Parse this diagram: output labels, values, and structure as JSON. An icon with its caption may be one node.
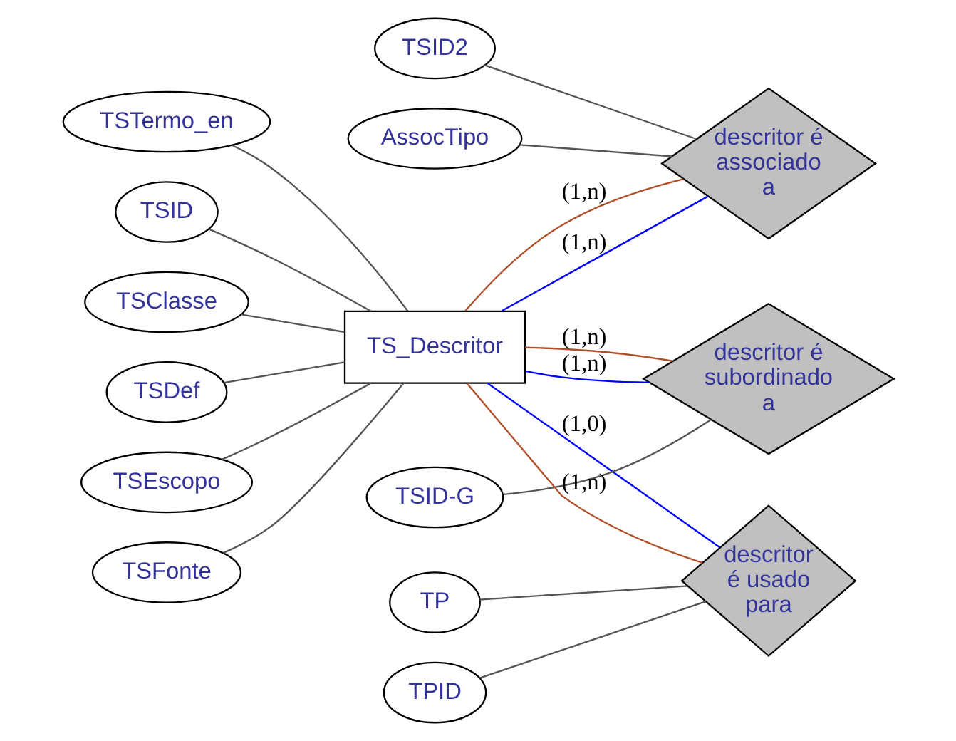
{
  "diagram": {
    "nodes": [
      {
        "text": [
          "TS_Descritor"
        ]
      },
      {
        "text": [
          "TSTermo_en"
        ]
      },
      {
        "text": [
          "TSID"
        ]
      },
      {
        "text": [
          "TSClasse"
        ]
      },
      {
        "text": [
          "TSDef"
        ]
      },
      {
        "text": [
          "TSEscopo"
        ]
      },
      {
        "text": [
          "TSFonte"
        ]
      },
      {
        "text": [
          "descritor é associado a"
        ]
      },
      {
        "text": [
          "AssocTipo"
        ]
      },
      {
        "text": [
          "TSID2"
        ]
      },
      {
        "text": [
          "descritor é subordinado a"
        ]
      },
      {
        "text": [
          "TSID-G"
        ]
      },
      {
        "text": [
          "descritor é usado para"
        ]
      },
      {
        "text": [
          "TPID"
        ]
      },
      {
        "text": [
          "TP"
        ]
      }
    ],
    "edges": [
      {
        "from": 1,
        "to": 0,
        "arrow": "none"
      },
      {
        "from": 2,
        "to": 0,
        "arrow": "none"
      },
      {
        "from": 3,
        "to": 0,
        "arrow": "none"
      },
      {
        "from": 4,
        "to": 0,
        "arrow": "none"
      },
      {
        "from": 5,
        "to": 0,
        "arrow": "none"
      },
      {
        "from": 6,
        "to": 0,
        "arrow": "none"
      },
      {
        "from": 8,
        "to": 7,
        "arrow": "none"
      },
      {
        "from": 9,
        "to": 7,
        "arrow": "none"
      },
      {
        "from": 0,
        "to": 7,
        "arrow": "none",
        "label": "(1,n)",
        "color": "#0000ff"
      },
      {
        "from": 7,
        "to": 0,
        "arrow": "none",
        "label": "(1,n)",
        "color": "#b0502a"
      },
      {
        "from": 11,
        "to": 10,
        "arrow": "none"
      },
      {
        "from": 0,
        "to": 10,
        "arrow": "none",
        "label": "(1,n)",
        "color": "#0000ff"
      },
      {
        "from": 10,
        "to": 0,
        "arrow": "none",
        "label": "(1,n)",
        "color": "#b0502a"
      },
      {
        "from": 0,
        "to": 12,
        "arrow": "none",
        "label": "(1,0)",
        "color": "#0000ff"
      },
      {
        "from": 12,
        "to": 0,
        "arrow": "none",
        "label": "(1,n)",
        "color": "#b0502a"
      },
      {
        "from": 13,
        "to": 12,
        "arrow": "none"
      },
      {
        "from": 14,
        "to": 12,
        "arrow": "none"
      }
    ]
  }
}
